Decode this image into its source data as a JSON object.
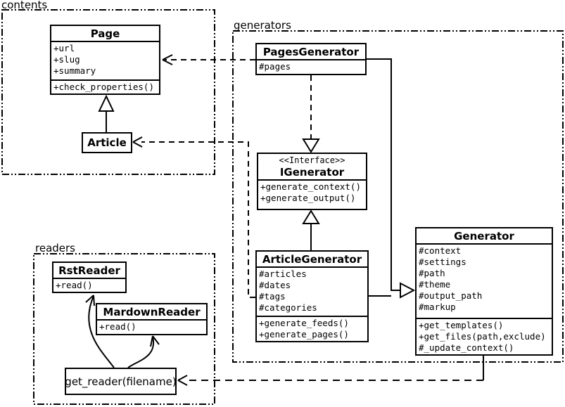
{
  "packages": {
    "contents": {
      "label": "contents"
    },
    "generators": {
      "label": "generators"
    },
    "readers": {
      "label": "readers"
    }
  },
  "classes": {
    "page": {
      "title": "Page",
      "attrs": [
        "+url",
        "+slug",
        "+summary"
      ],
      "methods": [
        "+check_properties()"
      ]
    },
    "article": {
      "title": "Article"
    },
    "pages_generator": {
      "title": "PagesGenerator",
      "attrs": [
        "#pages"
      ]
    },
    "igenerator": {
      "stereotype": "<<Interface>>",
      "title": "IGenerator",
      "methods": [
        "+generate_context()",
        "+generate_output()"
      ]
    },
    "article_generator": {
      "title": "ArticleGenerator",
      "attrs": [
        "#articles",
        "#dates",
        "#tags",
        "#categories"
      ],
      "methods": [
        "+generate_feeds()",
        "+generate_pages()"
      ]
    },
    "generator": {
      "title": "Generator",
      "attrs": [
        "#context",
        "#settings",
        "#path",
        "#theme",
        "#output_path",
        "#markup"
      ],
      "methods": [
        "+get_templates()",
        "+get_files(path,exclude)",
        "#_update_context()"
      ]
    },
    "rst_reader": {
      "title": "RstReader",
      "methods": [
        "+read()"
      ]
    },
    "mardown_reader": {
      "title": "MardownReader",
      "methods": [
        "+read()"
      ]
    },
    "get_reader": {
      "label": "get_reader(filename)"
    }
  },
  "relationships": [
    {
      "from": "Article",
      "to": "Page",
      "type": "inheritance"
    },
    {
      "from": "PagesGenerator",
      "to": "Page",
      "type": "dependency"
    },
    {
      "from": "PagesGenerator",
      "to": "IGenerator",
      "type": "realization"
    },
    {
      "from": "ArticleGenerator",
      "to": "IGenerator",
      "type": "inheritance"
    },
    {
      "from": "PagesGenerator",
      "to": "Generator",
      "type": "inheritance"
    },
    {
      "from": "ArticleGenerator",
      "to": "Generator",
      "type": "inheritance"
    },
    {
      "from": "ArticleGenerator",
      "to": "Article",
      "type": "dependency"
    },
    {
      "from": "Generator",
      "to": "get_reader(filename)",
      "type": "dependency"
    },
    {
      "from": "get_reader(filename)",
      "to": "RstReader",
      "type": "association"
    },
    {
      "from": "get_reader(filename)",
      "to": "MardownReader",
      "type": "association"
    }
  ],
  "colors": {
    "line": "#000000",
    "background": "#ffffff"
  }
}
